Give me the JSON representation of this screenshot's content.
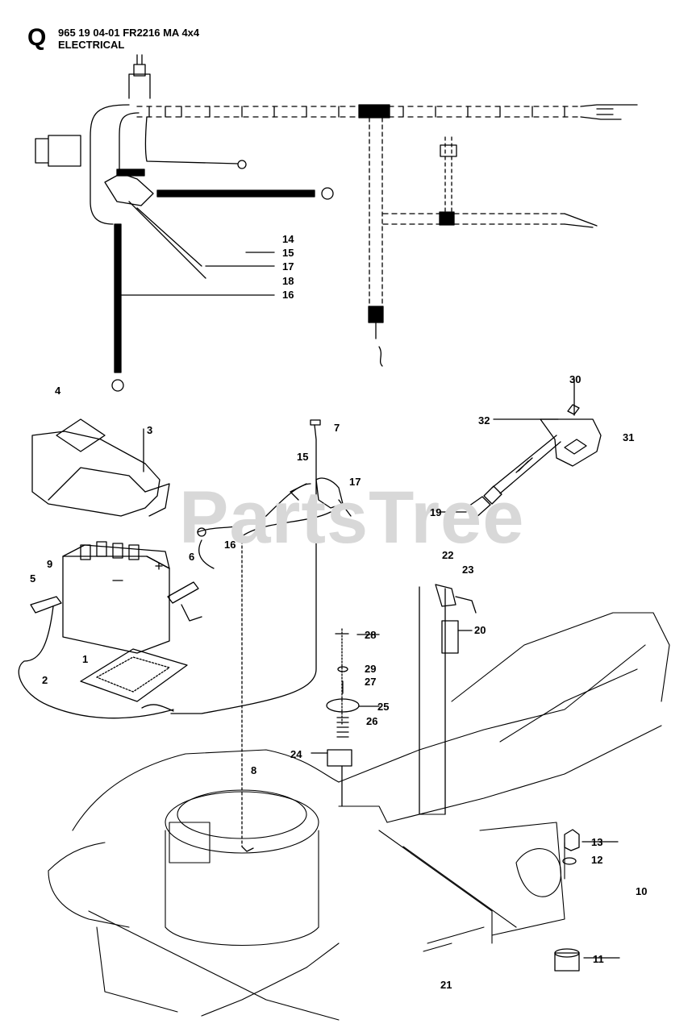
{
  "header": {
    "section_letter": "Q",
    "code_line": "965 19 04-01 FR2216 MA 4x4",
    "title": "ELECTRICAL"
  },
  "watermark": "PartsTree",
  "callouts": [
    {
      "id": "c-14",
      "label": "14"
    },
    {
      "id": "c-15a",
      "label": "15"
    },
    {
      "id": "c-17a",
      "label": "17"
    },
    {
      "id": "c-18",
      "label": "18"
    },
    {
      "id": "c-16a",
      "label": "16"
    },
    {
      "id": "c-4",
      "label": "4"
    },
    {
      "id": "c-30",
      "label": "30"
    },
    {
      "id": "c-32",
      "label": "32"
    },
    {
      "id": "c-31",
      "label": "31"
    },
    {
      "id": "c-3",
      "label": "3"
    },
    {
      "id": "c-7",
      "label": "7"
    },
    {
      "id": "c-15b",
      "label": "15"
    },
    {
      "id": "c-17b",
      "label": "17"
    },
    {
      "id": "c-19",
      "label": "19"
    },
    {
      "id": "c-16b",
      "label": "16"
    },
    {
      "id": "c-6",
      "label": "6"
    },
    {
      "id": "c-9",
      "label": "9"
    },
    {
      "id": "c-5",
      "label": "5"
    },
    {
      "id": "c-22",
      "label": "22"
    },
    {
      "id": "c-23",
      "label": "23"
    },
    {
      "id": "c-1",
      "label": "1"
    },
    {
      "id": "c-28",
      "label": "28"
    },
    {
      "id": "c-20",
      "label": "20"
    },
    {
      "id": "c-2",
      "label": "2"
    },
    {
      "id": "c-29",
      "label": "29"
    },
    {
      "id": "c-27",
      "label": "27"
    },
    {
      "id": "c-25",
      "label": "25"
    },
    {
      "id": "c-26",
      "label": "26"
    },
    {
      "id": "c-24",
      "label": "24"
    },
    {
      "id": "c-8",
      "label": "8"
    },
    {
      "id": "c-13",
      "label": "13"
    },
    {
      "id": "c-12",
      "label": "12"
    },
    {
      "id": "c-10",
      "label": "10"
    },
    {
      "id": "c-11",
      "label": "11"
    },
    {
      "id": "c-21",
      "label": "21"
    }
  ]
}
